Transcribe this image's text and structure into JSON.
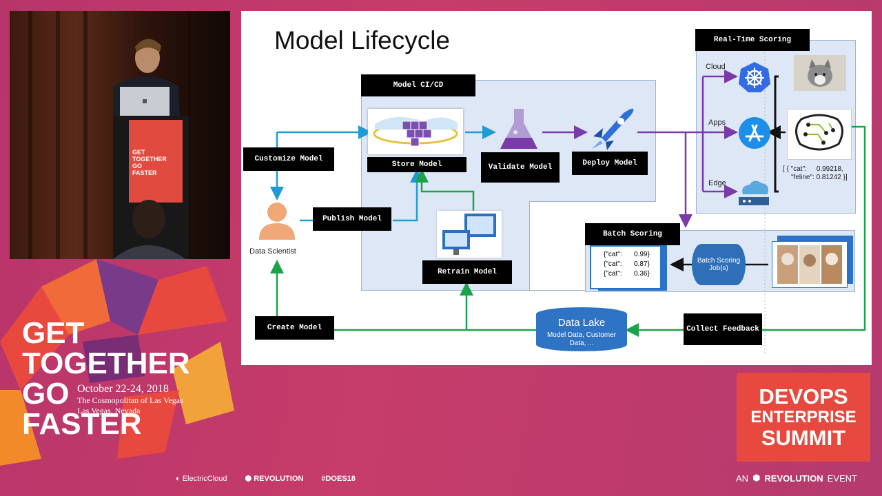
{
  "slide": {
    "title": "Model Lifecycle",
    "cicd_header": "Model CI/CD",
    "realtime_header": "Real-Time Scoring",
    "batch_header": "Batch Scoring",
    "nodes": {
      "customize": "Customize Model",
      "publish": "Publish Model",
      "create": "Create Model",
      "store": "Store Model",
      "validate": "Validate Model",
      "deploy": "Deploy Model",
      "retrain": "Retrain Model",
      "collect": "Collect Feedback",
      "data_scientist": "Data Scientist",
      "data_lake_title": "Data Lake",
      "data_lake_desc": "Model Data, Customer Data, ...",
      "batch_job": "Batch Scoring Job(s)"
    },
    "targets": [
      "Cloud",
      "Apps",
      "Edge"
    ],
    "prediction_line1": "[ { \"cat\":     0.99218,",
    "prediction_line2": "\"feline\": 0.81242 }]",
    "batch_results": [
      {
        "k": "{\"cat\":",
        "v": "0.99}"
      },
      {
        "k": "{\"cat\":",
        "v": "0.87}"
      },
      {
        "k": "{\"cat\":",
        "v": "0.36}"
      }
    ]
  },
  "event": {
    "tagline": [
      "GET",
      "TOGETHER",
      "GO",
      "FASTER"
    ],
    "dates": "October 22-24, 2018",
    "venue1": "The Cosmopolitan of Las Vegas",
    "venue2": "Las Vegas, Nevada",
    "summit": [
      "DEVOPS",
      "ENTERPRISE",
      "SUMMIT"
    ],
    "sponsor": "ElectricCloud",
    "org": "REVOLUTION",
    "hashtag": "#DOES18",
    "event_prefix": "AN",
    "event_suffix": "EVENT",
    "podium_text": [
      "GET",
      "TOGETHER",
      "GO",
      "FASTER"
    ]
  },
  "colors": {
    "accent": "#e8493f",
    "bg": "#c23c6a",
    "blue": "#1f9ad6",
    "green": "#1aa34a",
    "purple": "#7a3aa8"
  }
}
